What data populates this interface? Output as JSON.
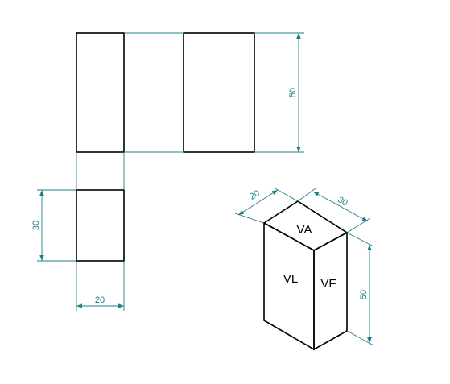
{
  "colors": {
    "object_line": "#000000",
    "dimension_line": "#1f7f86",
    "background": "#ffffff"
  },
  "dimensions": {
    "front_height": "50",
    "side_height": "30",
    "side_width": "20",
    "iso_depth": "20",
    "iso_width": "30",
    "iso_height": "50"
  },
  "faces": {
    "top": "VA",
    "left": "VL",
    "front": "VF"
  }
}
